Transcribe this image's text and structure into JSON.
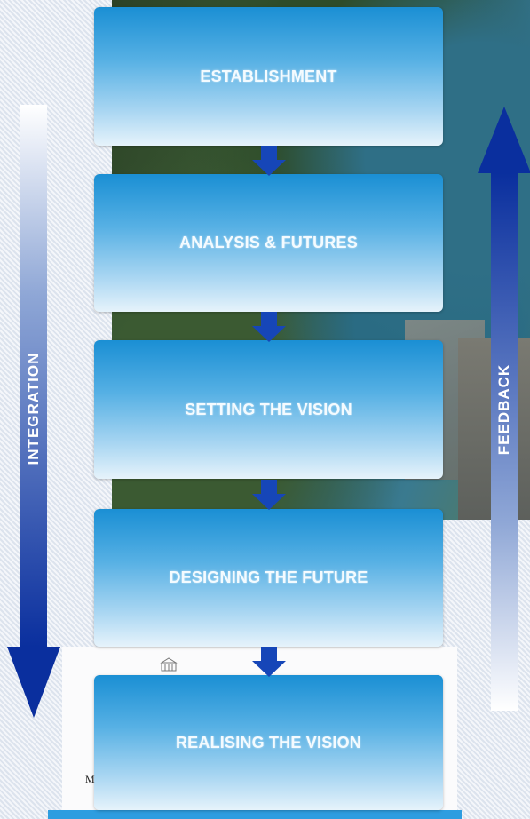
{
  "diagram": {
    "steps": [
      {
        "label": "ESTABLISHMENT"
      },
      {
        "label": "ANALYSIS & FUTURES"
      },
      {
        "label": "SETTING THE VISION"
      },
      {
        "label": "DESIGNING THE FUTURE"
      },
      {
        "label": "REALISING THE VISION"
      }
    ],
    "left_arrow_label": "INTEGRATION",
    "right_arrow_label": "FEEDBACK",
    "stray_text": "M"
  },
  "colors": {
    "box_top": "#1a8fd4",
    "arrow_dark": "#0a2f9e",
    "accent_bar": "#2e9de0"
  }
}
